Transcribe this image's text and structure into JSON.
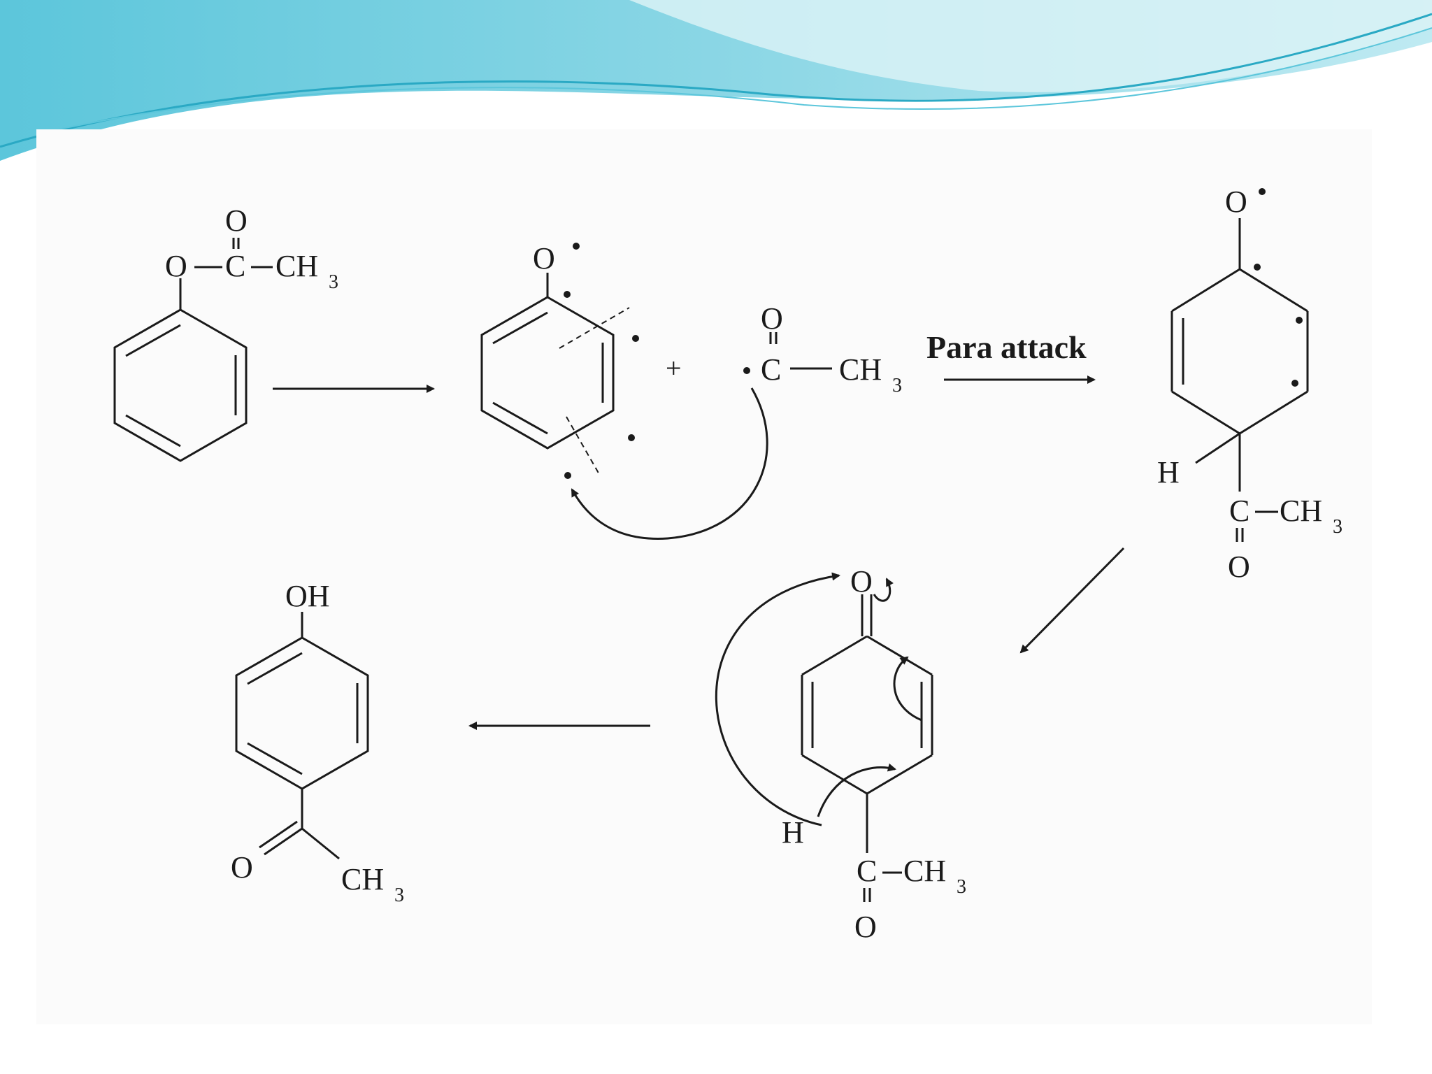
{
  "colors": {
    "wave_light": "#cdeef3",
    "wave_mid": "#7fcfe0",
    "wave_dark": "#2aa9c4",
    "ink": "#1a1a1a",
    "panel": "#fafafa"
  },
  "reaction_arrow_label": "Para attack",
  "plus_sign": "+",
  "labels": {
    "O": "O",
    "C": "C",
    "H": "H",
    "CH": "CH",
    "OH": "OH",
    "sub3": "3"
  }
}
